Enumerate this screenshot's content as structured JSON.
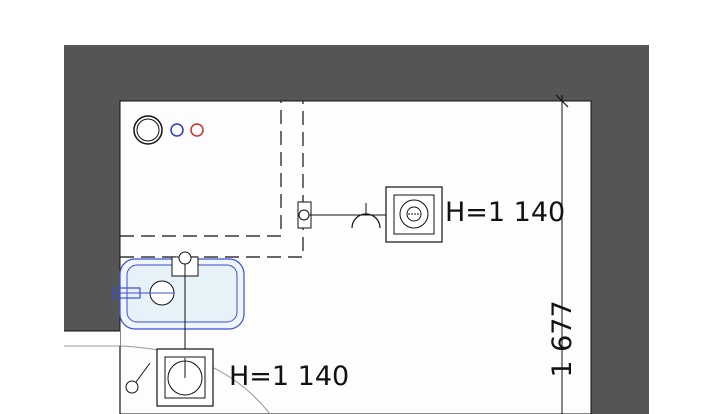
{
  "colors": {
    "wall": "#555555",
    "room": "#fdfdfd",
    "line": "#111111",
    "basin_fill": "#e6f2f8",
    "basin_stroke": "#3b4fd6",
    "hot_valve": "#d62b2b",
    "cold_valve": "#2b35d6"
  },
  "icons": [
    "pipe-riser-icon",
    "cold-water-valve-icon",
    "hot-water-valve-icon",
    "wall-socket-icon",
    "trap-icon",
    "floor-drain-icon"
  ],
  "labels": {
    "socket_height_upper": "H=1 140",
    "socket_height_lower": "H=1 140",
    "dimension_room_depth": "1 677"
  }
}
